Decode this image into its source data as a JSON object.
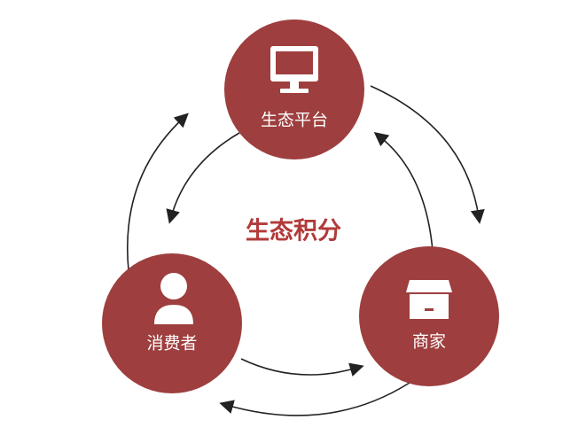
{
  "center_title": "生态积分",
  "nodes": {
    "platform": {
      "label": "生态平台",
      "icon": "monitor-icon"
    },
    "consumer": {
      "label": "消费者",
      "icon": "person-icon"
    },
    "merchant": {
      "label": "商家",
      "icon": "storefront-icon"
    }
  },
  "colors": {
    "node_fill": "#9e3e3e",
    "center_text": "#b23a3a",
    "arrow": "#222222",
    "icon": "#ffffff"
  }
}
